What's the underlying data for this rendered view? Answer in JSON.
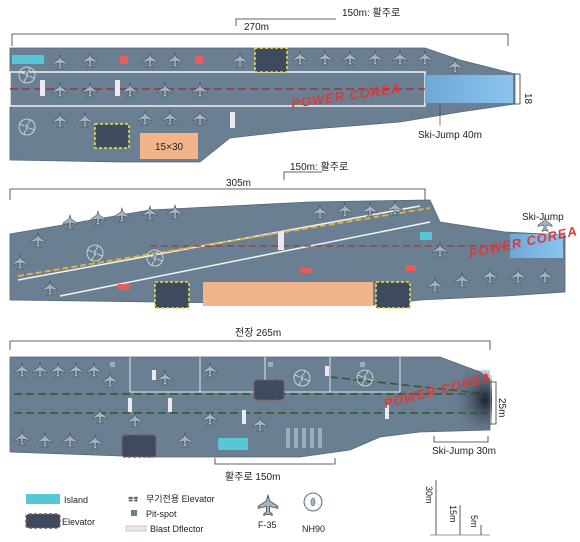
{
  "carrier1": {
    "runway_label": "150m: 활주로",
    "length_label": "270m",
    "width_label": "18",
    "skijump_label": "Ski-Jump 40m",
    "pad_label": "15×30",
    "watermark": "POWER COREA"
  },
  "carrier2": {
    "runway_label": "150m: 활주로",
    "length_label": "305m",
    "skijump_label": "Ski-Jump",
    "watermark": "POWER COREA"
  },
  "carrier3": {
    "length_label": "전장 265m",
    "width_label": "25m",
    "runway_label": "활주로 150m",
    "skijump_label": "Ski-Jump 30m",
    "watermark": "POWER COREA"
  },
  "legend": {
    "island": "Island",
    "elevator": "Elevator",
    "weapons_elevator": "무기전용 Elevator",
    "pit_spot": "Pit-spot",
    "blast_deflector": "Blast Dflector",
    "f35": "F-35",
    "nh90": "NH90",
    "scale": [
      "30m",
      "15m",
      "5m"
    ]
  },
  "colors": {
    "deck": "#6b7f92",
    "island": "#57c7d6",
    "elevator": "#3e4a5e",
    "elevator_border": "#f0e040",
    "pad": "#f2b48a",
    "watermark": "#d93a3a",
    "centerline": "#c8a040"
  }
}
